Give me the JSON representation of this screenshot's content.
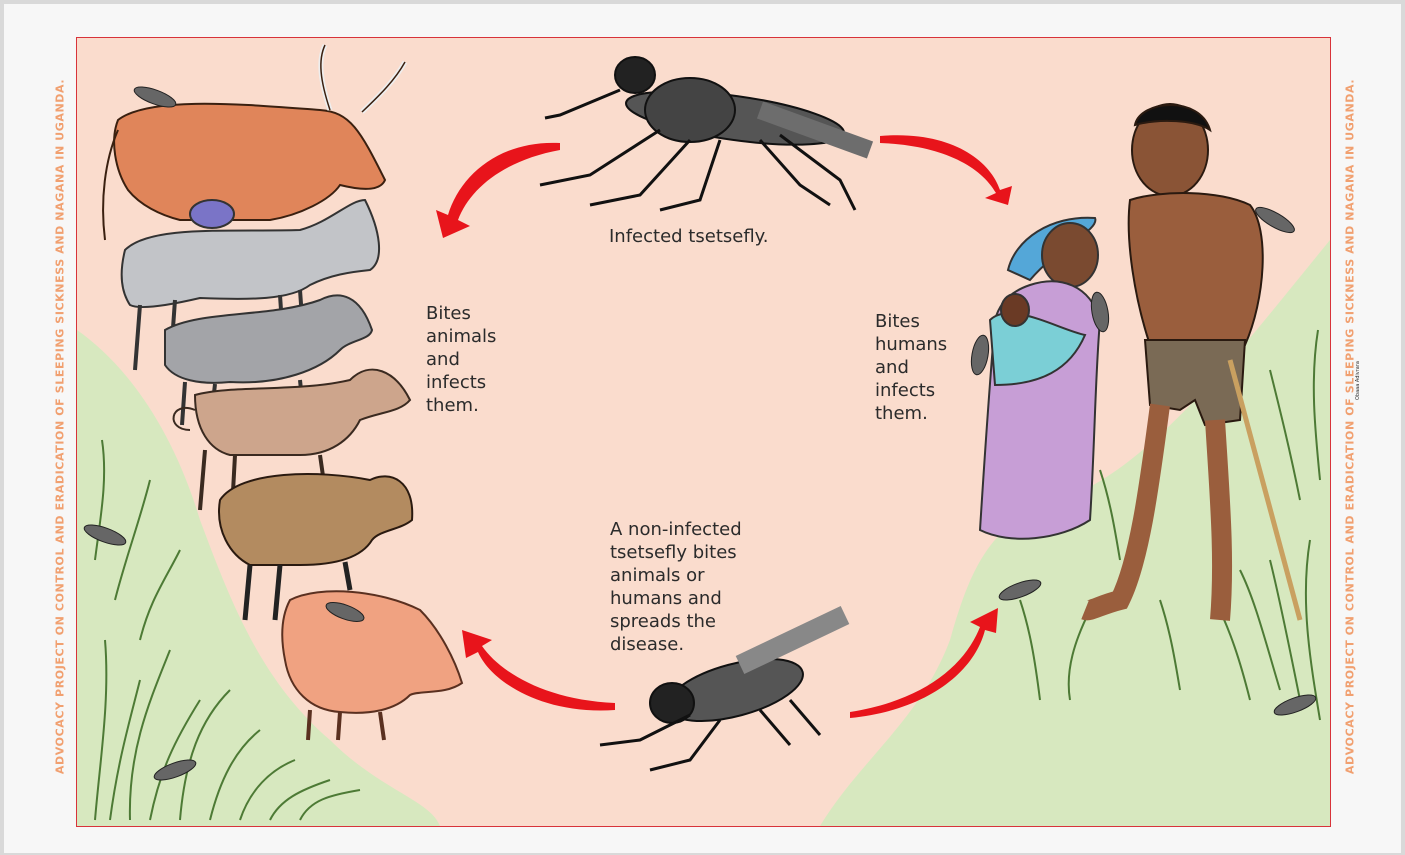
{
  "poster": {
    "side_text": "ADVOCACY PROJECT ON CONTROL AND ERADICATION OF SLEEPING SICKNESS AND NAGANA IN UGANDA.",
    "credit": "Obaaa Adivrara"
  },
  "labels": {
    "top": "Infected tsetsefly.",
    "left": "Bites\nanimals\nand\ninfects\nthem.",
    "right": "Bites\nhumans\nand\ninfects\nthem.",
    "bottom": "A non-infected\ntsetsefly bites\nanimals or\nhumans and\nspreads the\ndisease."
  },
  "colors": {
    "poster_bg": "#fadccd",
    "border": "#d8333a",
    "arrow": "#e8141b",
    "side_text": "#f1a070",
    "grass": "#d7e8bf"
  },
  "illustrations": {
    "animals": [
      "cow",
      "donkey",
      "goat",
      "dog",
      "sheep",
      "pig"
    ],
    "humans": [
      "woman carrying baby",
      "boy with stick"
    ],
    "flies": [
      "infected tsetse fly",
      "non-infected tsetse fly"
    ]
  }
}
